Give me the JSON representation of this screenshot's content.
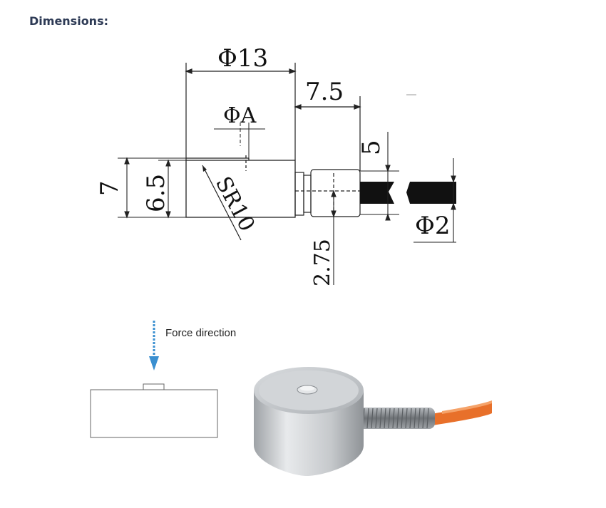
{
  "heading": "Dimensions:",
  "drawing": {
    "diameter_outer": "Φ13",
    "offset_length": "7.5",
    "diameter_button": "ΦA",
    "height_total": "7",
    "height_body": "6.5",
    "sphere_radius": "SR10",
    "cable_height": "5",
    "cable_diameter": "Φ2",
    "cable_offset": "2.75"
  },
  "force": {
    "label": "Force direction",
    "arrow_color": "#3a8fd0"
  },
  "photo": {
    "product_color": "#c9ccd0",
    "cable_color": "#e8702a"
  }
}
